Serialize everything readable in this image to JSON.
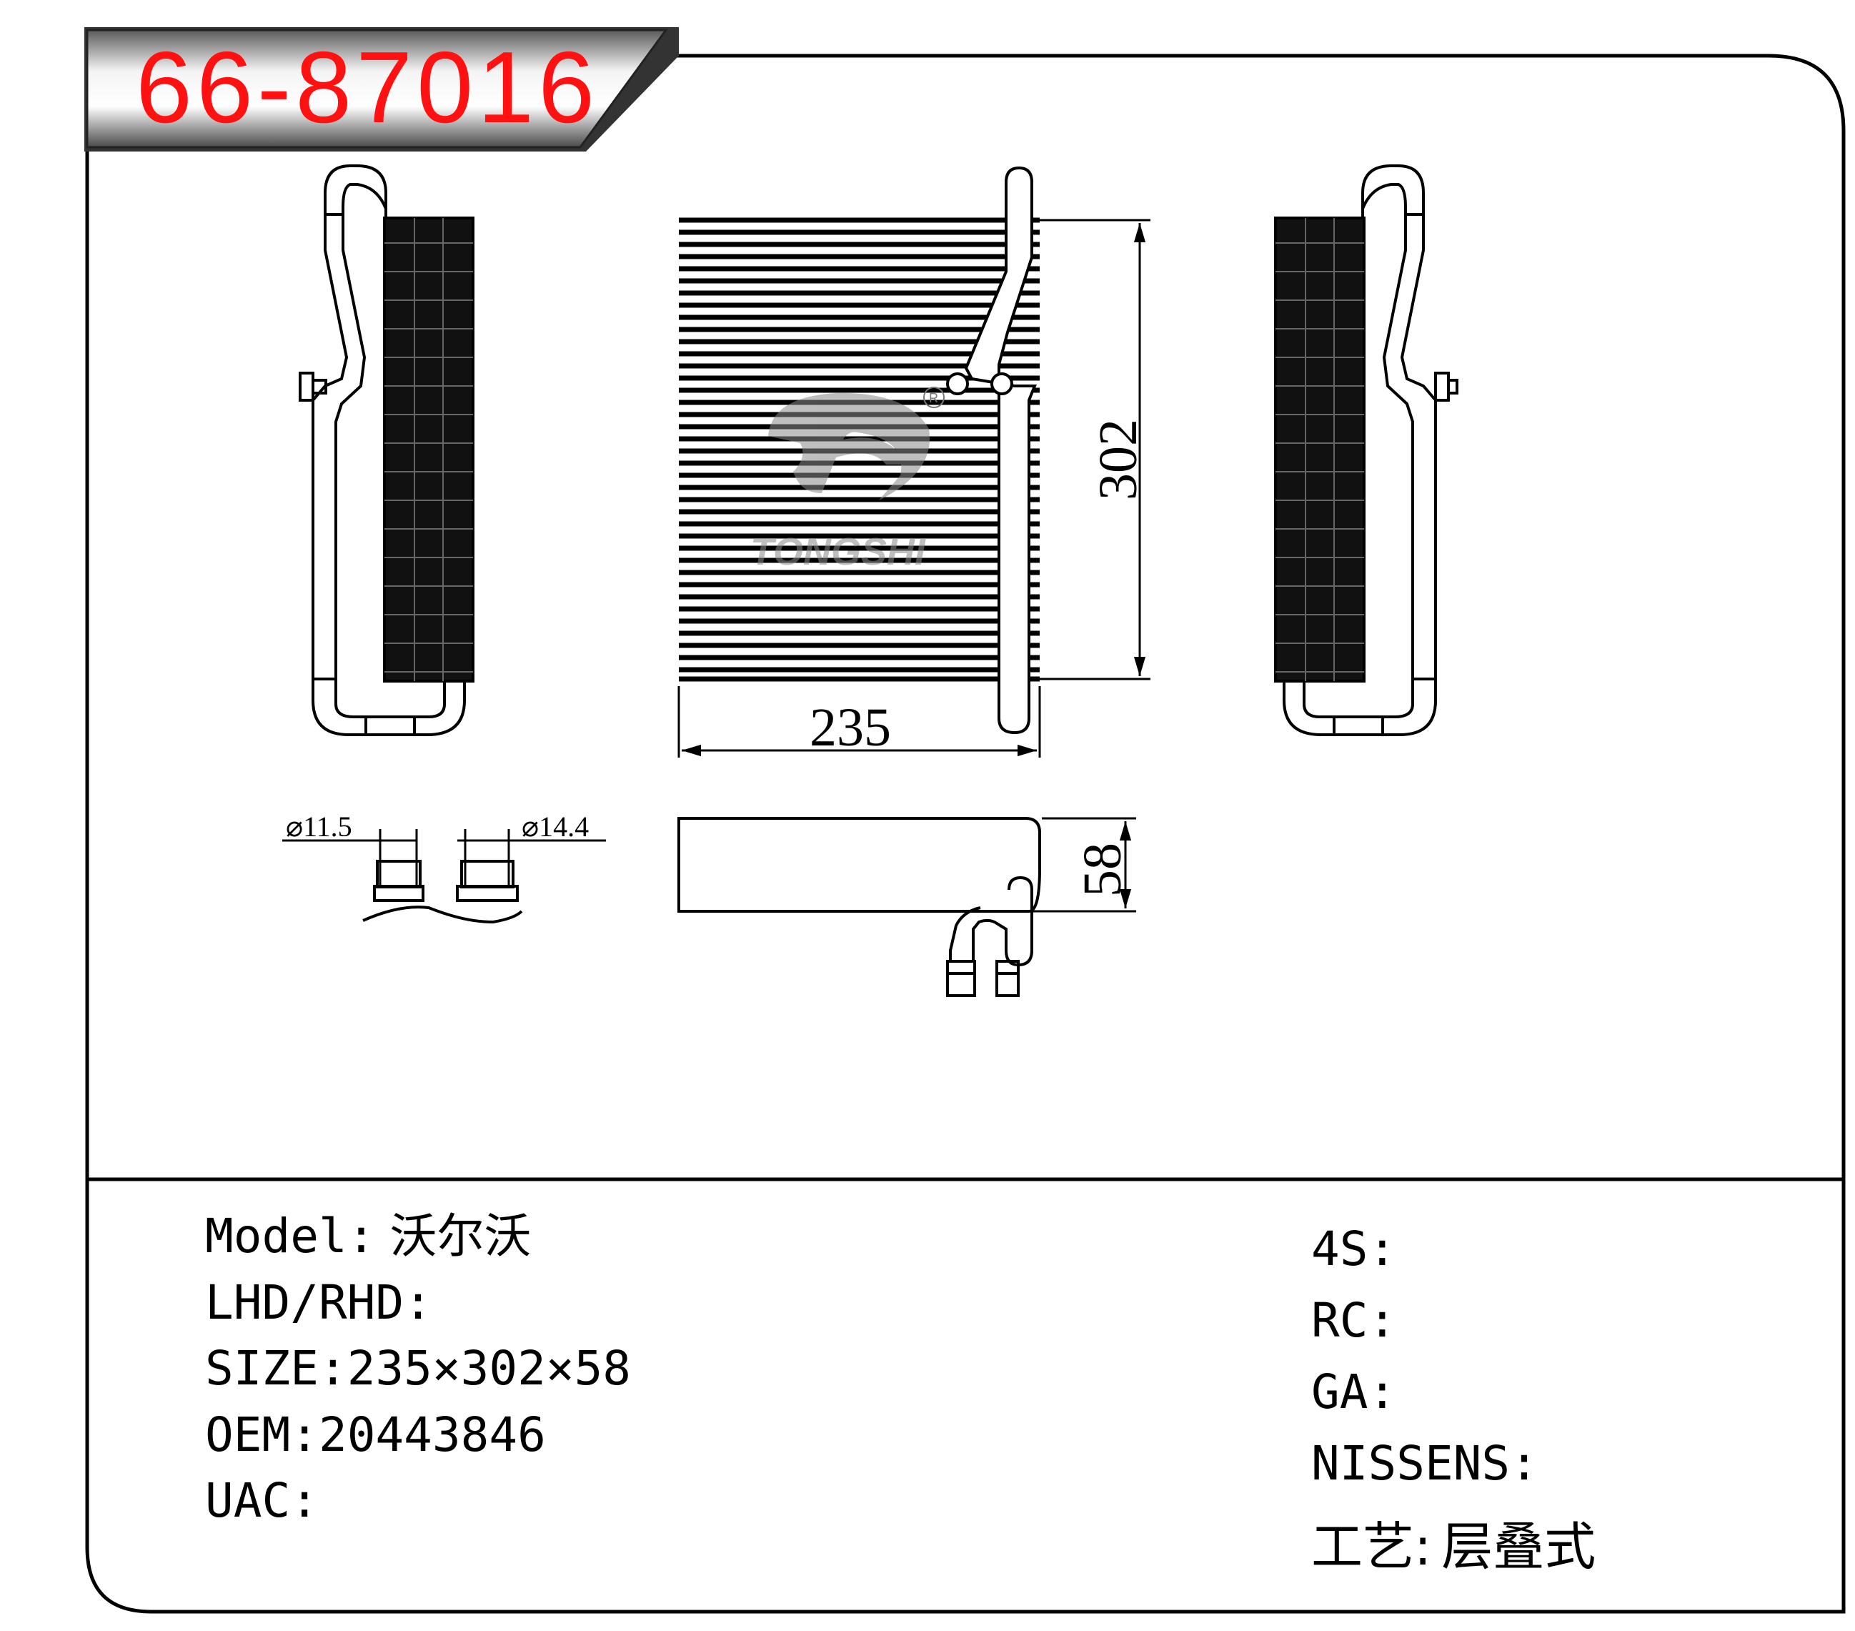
{
  "part_number": "66-87016",
  "drawing": {
    "dim_width": "235",
    "dim_height": "302",
    "dim_depth": "58",
    "pipe_dia_1": "⌀11.5",
    "pipe_dia_2": "⌀14.4",
    "watermark": "TONGSHI",
    "registered_mark": "R"
  },
  "specs_left": [
    {
      "label": "Model:",
      "value": "沃尔沃"
    },
    {
      "label": "LHD/RHD:",
      "value": ""
    },
    {
      "label": "SIZE:",
      "value": "235×302×58"
    },
    {
      "label": "OEM:",
      "value": "20443846"
    },
    {
      "label": "UAC:",
      "value": ""
    }
  ],
  "specs_right": [
    {
      "label": "4S:",
      "value": ""
    },
    {
      "label": "RC:",
      "value": ""
    },
    {
      "label": "GA:",
      "value": ""
    },
    {
      "label": "NISSENS:",
      "value": ""
    },
    {
      "label": "工艺:",
      "value": "层叠式"
    }
  ],
  "colors": {
    "part_number": "#ff1111",
    "line": "#000000",
    "watermark": "#8a8a8a"
  }
}
